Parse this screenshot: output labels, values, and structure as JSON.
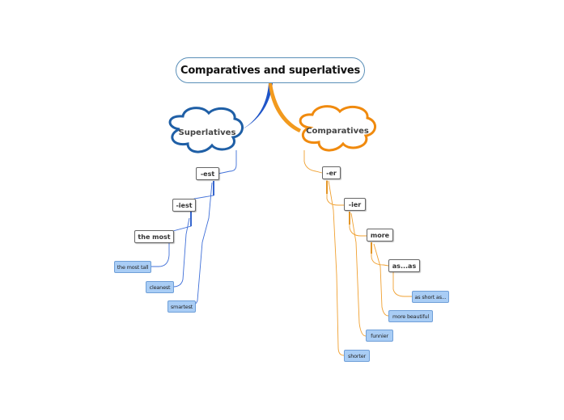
{
  "root": {
    "label": "Comparatives and superlatives"
  },
  "superlatives": {
    "label": "Superlatives",
    "nodes": [
      "-est",
      "-iest",
      "the most"
    ],
    "leaves": [
      "the most tall",
      "cleanest",
      "smartest"
    ],
    "color": "#2a5caa"
  },
  "comparatives": {
    "label": "Comparatives",
    "nodes": [
      "-er",
      "-ier",
      "more",
      "as...as"
    ],
    "leaves": [
      "as short as...",
      "more beautiful",
      "funnier",
      "shorter"
    ],
    "color": "#f0a030"
  }
}
